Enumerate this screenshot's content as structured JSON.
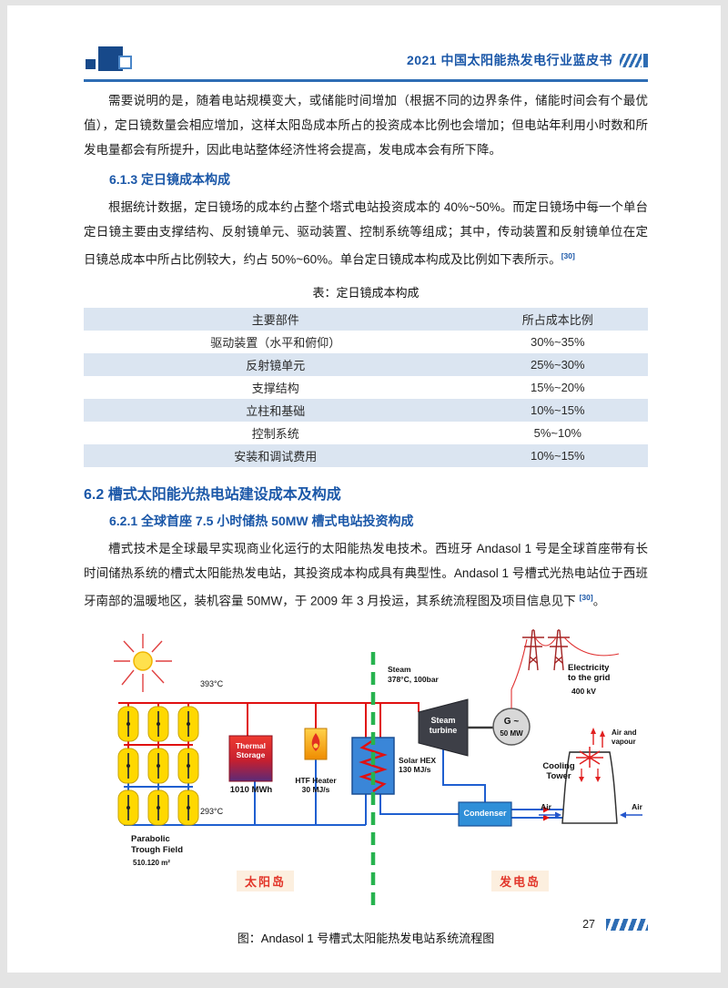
{
  "header": {
    "title": "2021 中国太阳能热发电行业蓝皮书"
  },
  "intro_paragraph": "需要说明的是，随着电站规模变大，或储能时间增加（根据不同的边界条件，储能时间会有个最优值），定日镜数量会相应增加，这样太阳岛成本所占的投资成本比例也会增加；但电站年利用小时数和所发电量都会有所提升，因此电站整体经济性将会提高，发电成本会有所下降。",
  "section_613": {
    "heading": "6.1.3 定日镜成本构成",
    "paragraph": "根据统计数据，定日镜场的成本约占整个塔式电站投资成本的 40%~50%。而定日镜场中每一个单台定日镜主要由支撑结构、反射镜单元、驱动装置、控制系统等组成；其中，传动装置和反射镜单位在定日镜总成本中所占比例较大，约占 50%~60%。单台定日镜成本构成及比例如下表所示。",
    "ref": "[30]"
  },
  "cost_table": {
    "caption": "表：定日镜成本构成",
    "headers": [
      "主要部件",
      "所占成本比例"
    ],
    "rows": [
      [
        "驱动装置（水平和俯仰）",
        "30%~35%"
      ],
      [
        "反射镜单元",
        "25%~30%"
      ],
      [
        "支撑结构",
        "15%~20%"
      ],
      [
        "立柱和基础",
        "10%~15%"
      ],
      [
        "控制系统",
        "5%~10%"
      ],
      [
        "安装和调试费用",
        "10%~15%"
      ]
    ]
  },
  "section_62": {
    "heading": "6.2 槽式太阳能光热电站建设成本及构成",
    "subheading": "6.2.1 全球首座 7.5 小时储热 50MW 槽式电站投资构成",
    "paragraph_before_ref": "槽式技术是全球最早实现商业化运行的太阳能热发电技术。西班牙 Andasol 1 号是全球首座带有长时间储热系统的槽式太阳能热发电站，其投资成本构成具有典型性。Andasol 1 号槽式光热电站位于西班牙南部的温暖地区，装机容量 50MW，于 2009 年 3 月投运，其系统流程图及项目信息见下 ",
    "ref": "[30]",
    "paragraph_after_ref": "。"
  },
  "diagram": {
    "temp_hot": "393°C",
    "temp_cold": "293°C",
    "steam": "Steam\n378°C, 100bar",
    "thermal_storage": "Thermal\nStorage",
    "storage_capacity": "1010 MWh",
    "htf_heater": "HTF Heater\n30 MJ/s",
    "solar_hex": "Solar HEX\n130 MJ/s",
    "steam_turbine": "Steam\nturbine",
    "generator": "G ~",
    "generator_power": "50 MW",
    "grid": "Electricity\nto the grid",
    "grid_voltage": "400 kV",
    "cooling_tower": "Cooling\nTower",
    "air_and_vapour": "Air and\nvapour",
    "air_left": "Air",
    "air_right": "Air",
    "condenser": "Condenser",
    "trough_field": "Parabolic\nTrough Field",
    "trough_area": "510.120 m²",
    "solar_island": "太阳岛",
    "power_island": "发电岛"
  },
  "figure_caption": "图：Andasol 1 号槽式太阳能热发电站系统流程图",
  "footer": {
    "page_number": "27"
  }
}
